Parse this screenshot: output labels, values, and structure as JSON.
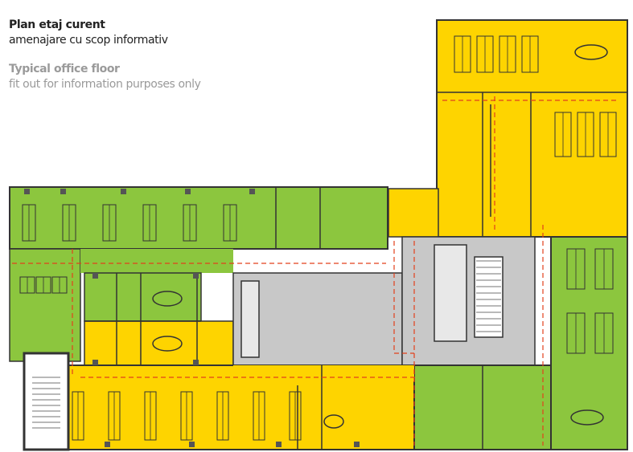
{
  "heading": {
    "title_ro": "Plan etaj curent",
    "subtitle_ro": "amenajare cu scop informativ",
    "title_en": "Typical office floor",
    "subtitle_en": "fit out for information purposes only"
  },
  "colors": {
    "zone_green": "#8cc63e",
    "zone_yellow": "#fed400",
    "core_gray": "#c8c8c8",
    "walls": "#333333",
    "escape_route": "#e2401c"
  }
}
